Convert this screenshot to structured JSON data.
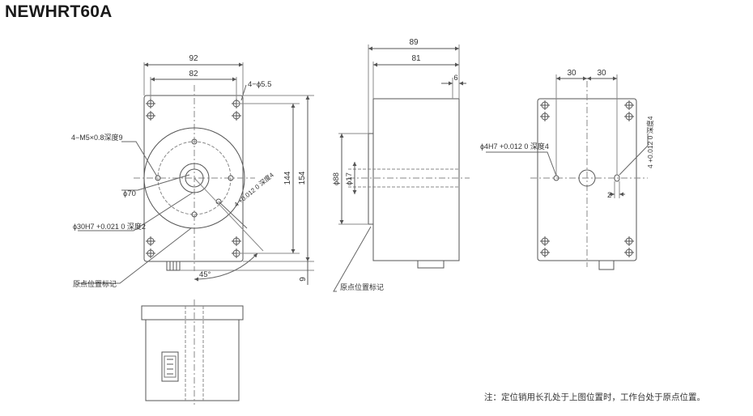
{
  "title": "NEWHRT60A",
  "front_view": {
    "width_outer": "92",
    "width_inner": "82",
    "height_outer": "154",
    "height_inner": "144",
    "offset_bottom": "9",
    "corner_holes": "4−ϕ5.5",
    "tapped_holes": "4−M5×0.8深度9",
    "pcd": "ϕ70",
    "bore": "ϕ30H7 +0.021 0 深度2",
    "pin_hole": "4 +0.012 0 深度4",
    "angle": "45°",
    "origin_label": "原点位置标记"
  },
  "side_view": {
    "length_outer": "89",
    "length_inner": "81",
    "flange": "6",
    "table_dia": "ϕ88",
    "shaft_dia": "ϕ17",
    "origin_label": "原点位置标记"
  },
  "rear_view": {
    "spacing_left": "30",
    "spacing_right": "30",
    "pin_hole": "ϕ4H7 +0.012 0 深度4",
    "slot": "4 +0.012 0 深度4",
    "slot_width": "2"
  },
  "note": "注：定位销用长孔处于上图位置时，工作台处于原点位置。",
  "colors": {
    "line": "#555555",
    "thin": "#888888",
    "text": "#333333"
  }
}
